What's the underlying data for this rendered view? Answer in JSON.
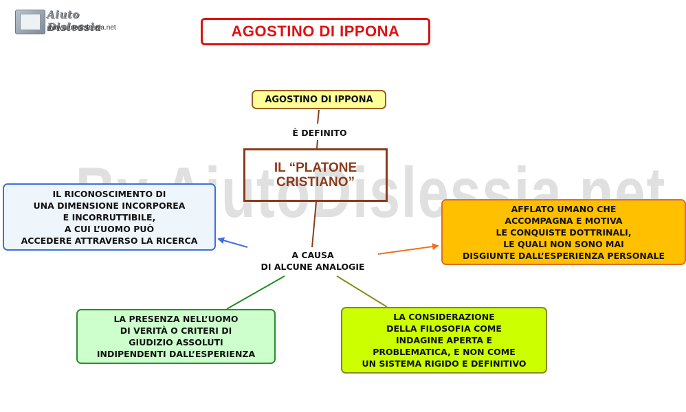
{
  "logo": {
    "name": "Aiuto Dislessia",
    "url": "www.aiutodislessia.net"
  },
  "title": "AGOSTINO DI IPPONA",
  "watermark": "By AiutoDislessia.net",
  "nodes": {
    "root": "AGOSTINO DI IPPONA",
    "defined_label": "È DEFINITO",
    "platone": "IL “PLATONE\nCRISTIANO”",
    "cause_label": "A CAUSA\nDI ALCUNE ANALOGIE",
    "left": "IL RICONOSCIMENTO DI\nUNA DIMENSIONE INCORPOREA\nE INCORRUTTIBILE,\nA CUI L’UOMO PUÒ\nACCEDERE ATTRAVERSO LA RICERCA",
    "right": "AFFLATO UMANO CHE\nACCOMPAGNA E MOTIVA\nLE CONQUISTE DOTTRINALI,\nLE QUALI NON SONO MAI\nDISGIUNTE DALL’ESPERIENZA PERSONALE",
    "bottom_left": "LA PRESENZA NELL’UOMO\nDI VERITÀ O CRITERI DI\nGIUDIZIO ASSOLUTI\nINDIPENDENTI DALL’ESPERIENZA",
    "bottom_right": "LA CONSIDERAZIONE\nDELLA FILOSOFIA COME\nINDAGINE APERTA E\nPROBLEMATICA, E NON COME\nUN SISTEMA RIGIDO E DEFINITIVO"
  },
  "colors": {
    "title": "#e01010",
    "root_fill": "#ffff99",
    "platone_border": "#8b3a1a",
    "left_border": "#3e6fe0",
    "right_fill": "#ffc000",
    "bottom_left_fill": "#ccffcc",
    "bottom_right_fill": "#ccff00"
  }
}
